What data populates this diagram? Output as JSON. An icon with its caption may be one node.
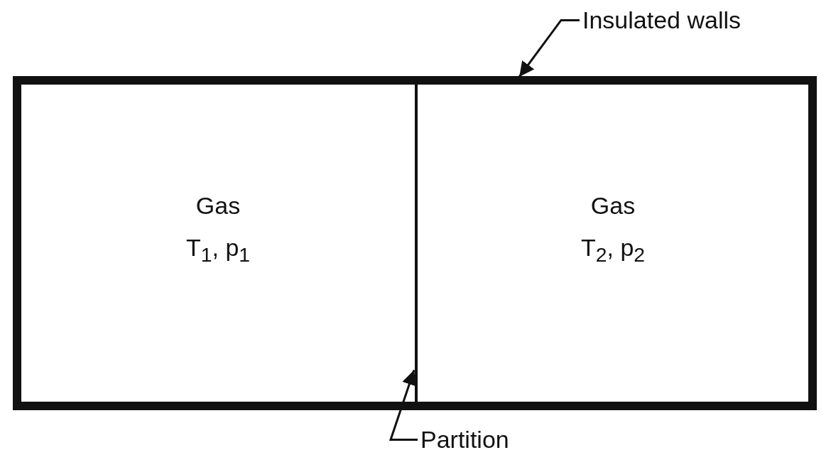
{
  "diagram": {
    "nodes": [
      {
        "text": [
          "Insulated walls"
        ]
      },
      {
        "text": [],
        "shape": "box"
      },
      {
        "text": [
          "Gas",
          "T$_{1}$, p$_{1}$"
        ],
        "in": 1
      },
      {
        "text": [],
        "shape": "bar",
        "in": 1
      },
      {
        "text": [
          "Gas",
          "T$_{2}$, p$_{2}$"
        ],
        "in": 1
      },
      {
        "text": [
          "Partition"
        ]
      }
    ],
    "edges": [
      {
        "from": 0,
        "to": 1,
        "arrow": "to"
      },
      {
        "from": 5,
        "to": 3,
        "arrow": "to"
      }
    ]
  }
}
